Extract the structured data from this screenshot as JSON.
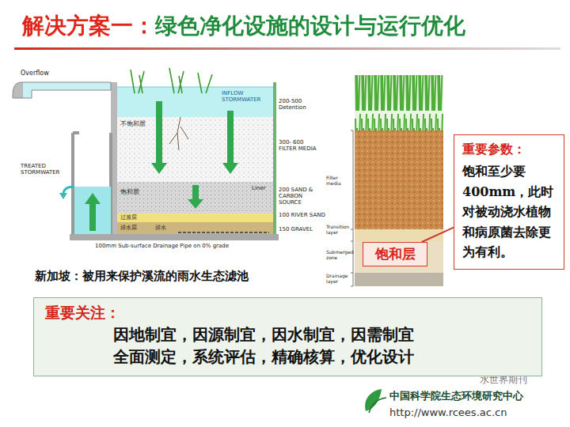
{
  "diagram": {
    "title": "解决方案一：绿色净化设施的设计与运行优化",
    "caption": "新加坡：被用来保护溪流的雨水生态滤池",
    "nodes": [
      {
        "text": [
          "重要参数：",
          "饱和至少要400mm，此时对被动浇水植物和病原菌去除更为有利。"
        ]
      },
      {
        "text": [
          "饱和层"
        ]
      },
      {
        "text": [
          "重要关注：",
          "因地制宜，因源制宜，因水制宜，因需制宜",
          "全面测定，系统评估，精确核算，优化设计"
        ]
      }
    ],
    "edges": [
      {
        "from": 0,
        "to": 1,
        "arrow": "none"
      }
    ],
    "labels": [
      "Overflow",
      "INFLOW STORMWATER",
      "200-500 Detention",
      "不饱和层",
      "300- 600 FILTER MEDIA",
      "Liner",
      "TREATED STORMWATER",
      "饱和层",
      "200 SAND & CARBON SOURCE",
      "过渡层",
      "100 RIVER SAND",
      "排水层",
      "排水",
      "150 GRAVEL",
      "100mm Sub-surface Drainage Pipe on 0% grade",
      "Filter media",
      "Transition layer",
      "Submerged zone",
      "Drainage layer",
      "中国科学院生态环境研究中心",
      "http://www.rcees.ac.cn",
      "水世界期刊"
    ]
  }
}
